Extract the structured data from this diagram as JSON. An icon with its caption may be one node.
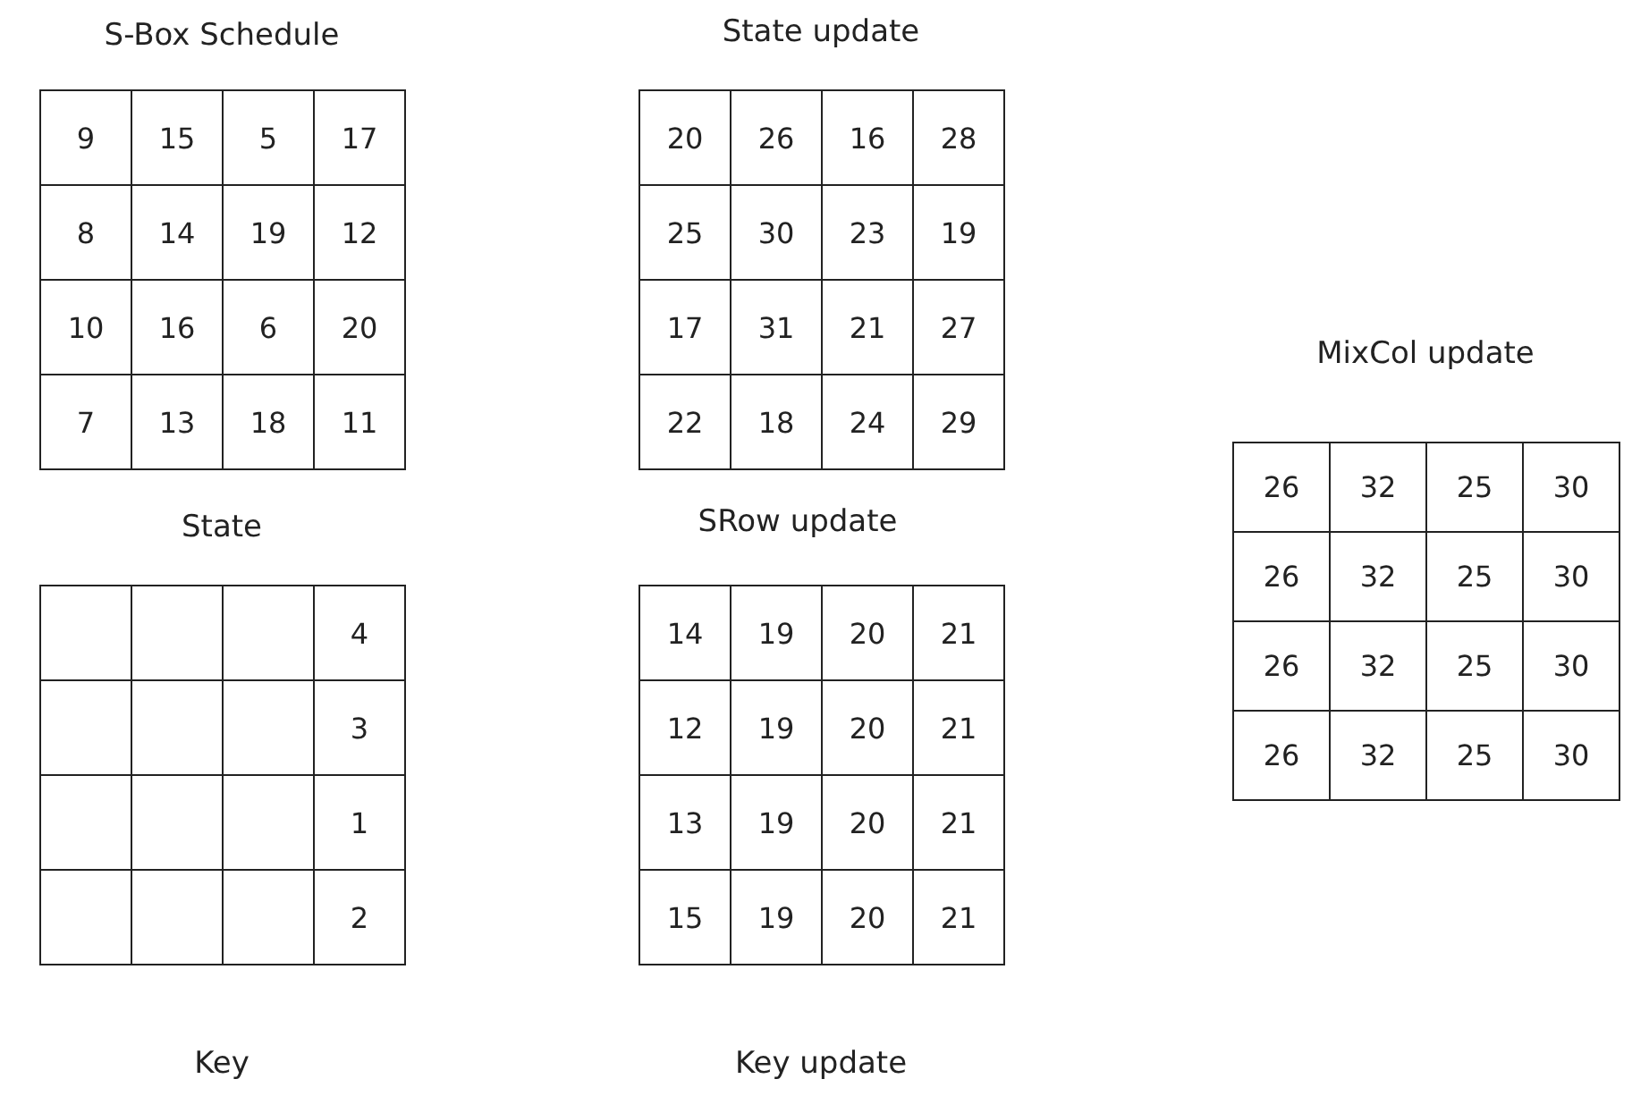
{
  "diagram": {
    "labels": [
      "S-Box Schedule",
      "9",
      "15",
      "5",
      "17",
      "8",
      "14",
      "19",
      "12",
      "10",
      "16",
      "6",
      "20",
      "7",
      "13",
      "18",
      "11",
      "State update",
      "20",
      "26",
      "16",
      "28",
      "25",
      "30",
      "23",
      "19",
      "17",
      "31",
      "21",
      "27",
      "22",
      "18",
      "24",
      "29",
      "MixCol update",
      "26",
      "32",
      "25",
      "30",
      "26",
      "32",
      "25",
      "30",
      "26",
      "32",
      "25",
      "30",
      "26",
      "32",
      "25",
      "30",
      "State",
      "4",
      "3",
      "1",
      "2",
      "Key",
      "SRow update",
      "14",
      "19",
      "20",
      "21",
      "12",
      "19",
      "20",
      "21",
      "13",
      "19",
      "20",
      "21",
      "15",
      "19",
      "20",
      "21",
      "Key update"
    ]
  }
}
